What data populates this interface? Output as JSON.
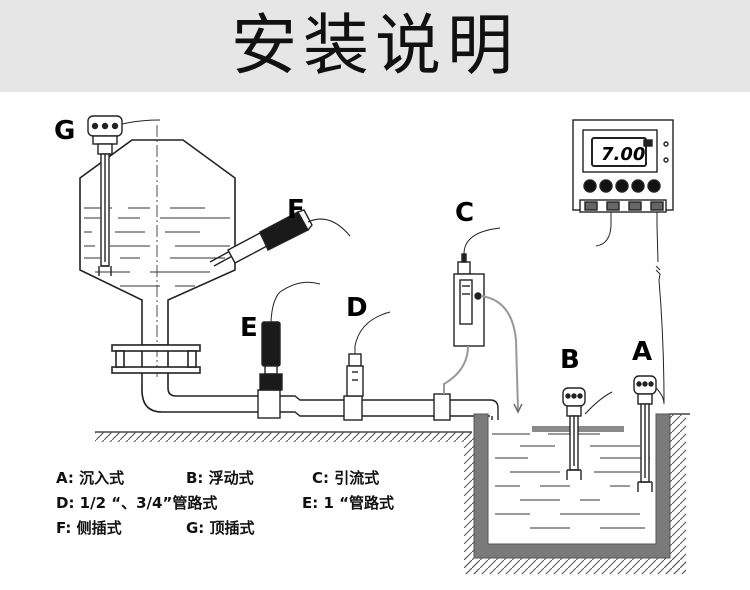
{
  "title": "安装说明",
  "labels": {
    "A": "A",
    "B": "B",
    "C": "C",
    "D": "D",
    "E": "E",
    "F": "F",
    "G": "G"
  },
  "meter_display": "7.00",
  "legend": [
    [
      "A: 沉入式",
      "B: 浮动式",
      "C: 引流式"
    ],
    [
      "D: 1/2 “、3/4”管路式",
      "E: 1 “管路式"
    ],
    [
      "F: 侧插式",
      "G: 顶插式"
    ]
  ]
}
